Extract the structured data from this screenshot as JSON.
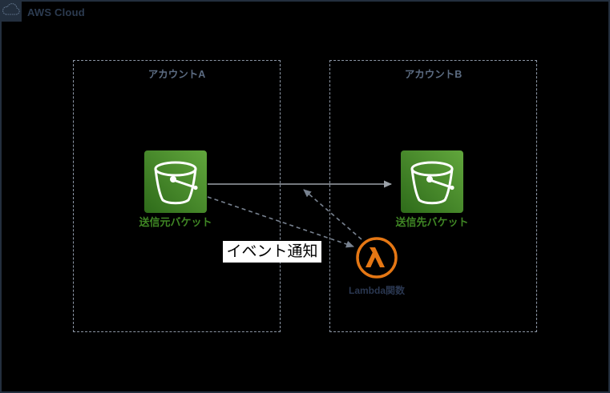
{
  "cloud": {
    "label": "AWS Cloud"
  },
  "accounts": [
    {
      "id": "account-a",
      "label": "アカウントA"
    },
    {
      "id": "account-b",
      "label": "アカウントB"
    }
  ],
  "nodes": [
    {
      "id": "source-bucket",
      "type": "amazon-s3-bucket",
      "label": "送信元バケット"
    },
    {
      "id": "destination-bucket",
      "type": "amazon-s3-bucket",
      "label": "送信先バケット"
    },
    {
      "id": "lambda-function",
      "type": "aws-lambda",
      "label": "Lambda関数"
    }
  ],
  "edges": [
    {
      "from": "source-bucket",
      "to": "destination-bucket",
      "style": "solid",
      "label": ""
    },
    {
      "from": "source-bucket",
      "to": "lambda-function",
      "style": "dashed",
      "label": "イベント通知"
    },
    {
      "from": "lambda-function",
      "to": "copy-arrow",
      "style": "dashed",
      "label": ""
    }
  ],
  "colors": {
    "background": "#000000",
    "cloud_border": "#232F3E",
    "cloud_label": "#2C3B50",
    "account_border": "#8C96A5",
    "account_label": "#5C6C82",
    "bucket_green_light": "#61A63C",
    "bucket_green_dark": "#2E6B1A",
    "bucket_label": "#3F8624",
    "lambda_orange": "#E57714",
    "lambda_label": "#2A3750",
    "arrow_solid": "#9BA1A8",
    "arrow_dashed": "#77818F",
    "event_label_bg": "#FFFFFF",
    "event_label_text": "#000000"
  }
}
